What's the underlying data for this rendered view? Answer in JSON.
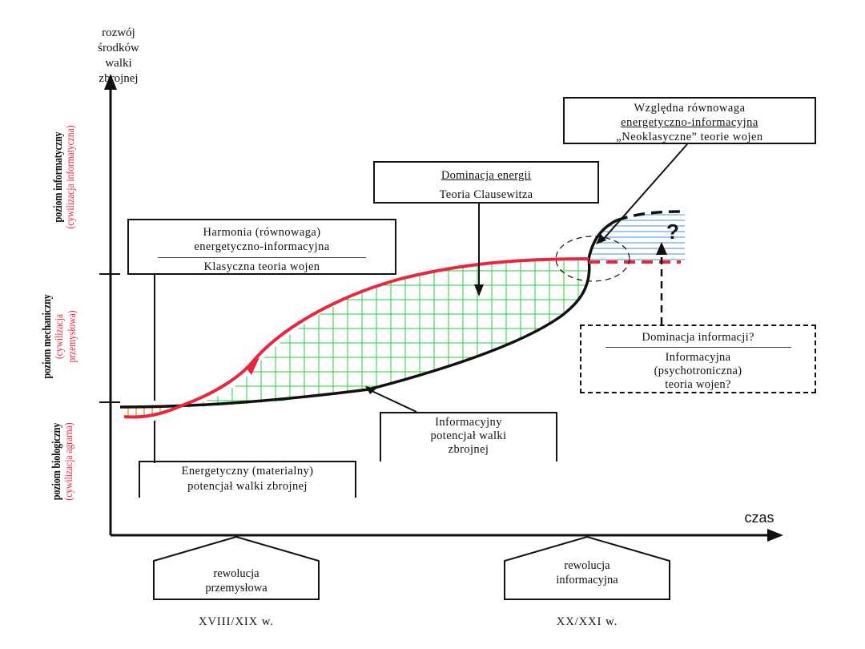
{
  "axes": {
    "y_label_lines": [
      "rozwój",
      "środków",
      "walki",
      "zbrojnej"
    ],
    "x_label": "czas"
  },
  "levels": [
    {
      "name": "poziom informatyczny",
      "sub": "(cywilizacja informatyczna)"
    },
    {
      "name": "poziom mechaniczny",
      "sub_lines": [
        "(cywilizacja",
        "przemysłowa)"
      ]
    },
    {
      "name": "poziom biologiczny",
      "sub": "(cywilizacja agrarna)"
    }
  ],
  "boxes": {
    "harmonia": {
      "line1": "Harmonia (równowaga)",
      "line2": "energetyczno-informacyjna",
      "line3": "Klasyczna teoria wojen"
    },
    "dominacja_energii": {
      "title": "Dominacja energii",
      "subtitle": "Teoria Clausewitza"
    },
    "wzgledna": {
      "line1": "Względna równowaga",
      "line2": "energetyczno-informacyjna",
      "line3": "„Neoklasyczne” teorie wojen"
    },
    "dominacja_informacji": {
      "title": "Dominacja informacji?",
      "line2": "Informacyjna",
      "line3": "(psychotroniczna)",
      "line4": "teoria wojen?"
    },
    "informacyjny_potencjal": {
      "line1": "Informacyjny",
      "line2": "potencjał walki",
      "line3": "zbrojnej"
    },
    "energetyczny_potencjal": {
      "line1": "Energetyczny (materialny)",
      "line2": "potencjał walki zbrojnej"
    }
  },
  "question_mark": "?",
  "revolutions": [
    {
      "line1": "rewolucja",
      "line2": "przemysłowa",
      "era": "XVIII/XIX w."
    },
    {
      "line1": "rewolucja",
      "line2": "informacyjna",
      "era": "XX/XXI w."
    }
  ],
  "colors": {
    "energy_curve": "#e8273f",
    "information_curve": "#111111",
    "grid_fill": "#2ecc40",
    "future_hatch": "#4a90d9",
    "early_hatch": "#f0a020"
  }
}
